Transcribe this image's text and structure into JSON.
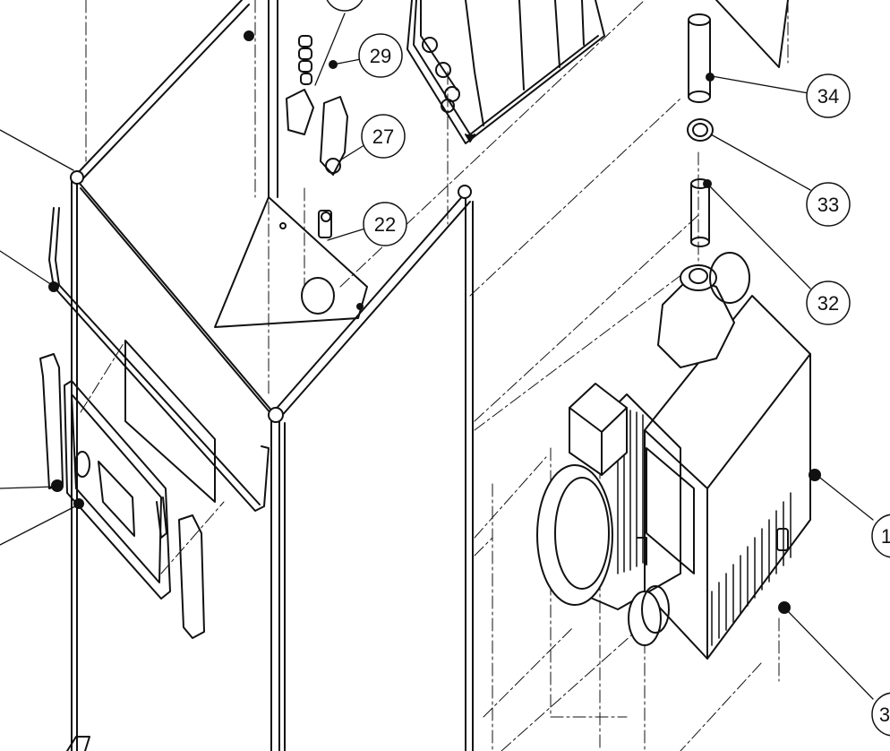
{
  "diagram": {
    "type": "exploded-parts-drawing",
    "line_color": "#111111",
    "background": "#ffffff",
    "callouts": [
      {
        "id": "callout-29",
        "label": "29"
      },
      {
        "id": "callout-27",
        "label": "27"
      },
      {
        "id": "callout-22",
        "label": "22"
      },
      {
        "id": "callout-34",
        "label": "34"
      },
      {
        "id": "callout-33",
        "label": "33"
      },
      {
        "id": "callout-32",
        "label": "32"
      },
      {
        "id": "callout-partial-right-1",
        "label": "1"
      },
      {
        "id": "callout-partial-right-3",
        "label": "3"
      }
    ]
  }
}
